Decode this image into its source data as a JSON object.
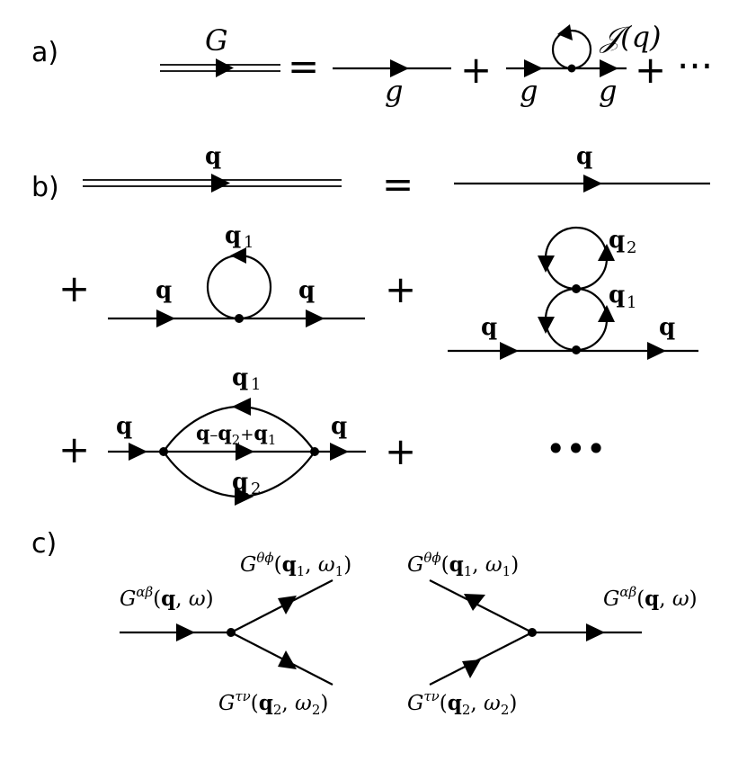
{
  "panels": {
    "a": {
      "label": "a)",
      "lhs": "G",
      "equals": "=",
      "plus1": "+",
      "plus2": "+",
      "ellipsis": "···",
      "g1": "g",
      "g2": "g",
      "g3": "g",
      "J": "𝒥(q)"
    },
    "b": {
      "label": "b)",
      "equals": "=",
      "q_lhs": "q",
      "q_rhs": "q",
      "plus_row2a": "+",
      "plus_row2b": "+",
      "plus_row3a": "+",
      "plus_row3b": "+",
      "ellipsis": "•••",
      "d1": {
        "q_in": "q",
        "q_out": "q",
        "loop": "q",
        "loop_sub": "1"
      },
      "d2": {
        "q_in": "q",
        "q_out": "q",
        "loop_top": "q",
        "loop_top_sub": "2",
        "loop_bot": "q",
        "loop_bot_sub": "1"
      },
      "d3": {
        "q_in": "q",
        "q_out": "q",
        "top": "q",
        "top_sub": "1",
        "mid_a": "q",
        "mid_op1": "–",
        "mid_b": "q",
        "mid_b_sub": "2",
        "mid_op2": "+",
        "mid_c": "q",
        "mid_c_sub": "1",
        "bot": "q",
        "bot_sub": "2"
      }
    },
    "c": {
      "label": "c)",
      "left": {
        "in": {
          "G": "G",
          "sup": "αβ",
          "args": [
            "(",
            "q",
            ", ",
            "ω",
            ")"
          ]
        },
        "out1": {
          "G": "G",
          "sup": "θϕ",
          "args": [
            "(",
            "q",
            "1",
            ", ",
            "ω",
            "1",
            ")"
          ]
        },
        "out2": {
          "G": "G",
          "sup": "τν",
          "args": [
            "(",
            "q",
            "2",
            ", ",
            "ω",
            "2",
            ")"
          ]
        }
      },
      "right": {
        "in1": {
          "G": "G",
          "sup": "θϕ",
          "args": [
            "(",
            "q",
            "1",
            ", ",
            "ω",
            "1",
            ")"
          ]
        },
        "in2": {
          "G": "G",
          "sup": "τν",
          "args": [
            "(",
            "q",
            "2",
            ", ",
            "ω",
            "2",
            ")"
          ]
        },
        "out": {
          "G": "G",
          "sup": "αβ",
          "args": [
            "(",
            "q",
            ", ",
            "ω",
            ")"
          ]
        }
      }
    }
  }
}
